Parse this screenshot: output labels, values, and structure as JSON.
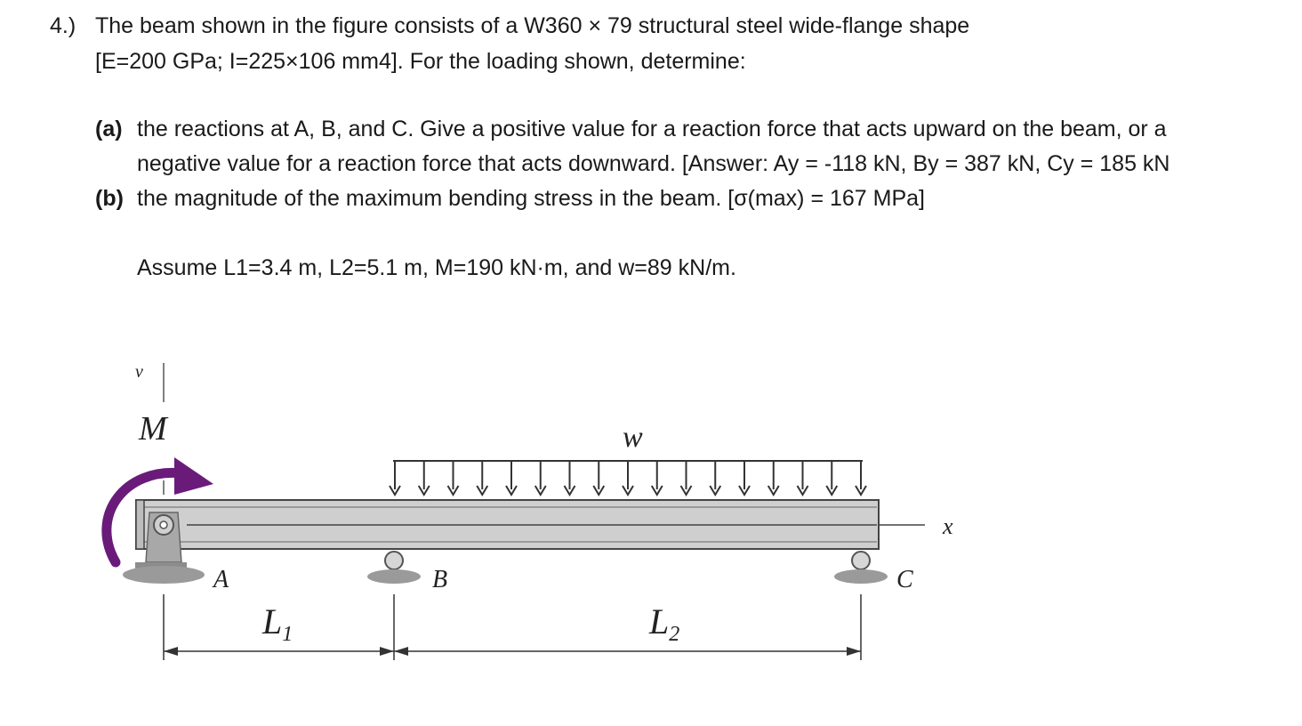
{
  "problem": {
    "number": "4.)",
    "line1": "The beam shown in the figure consists of a W360 × 79 structural steel wide-flange shape",
    "line2": "[E=200 GPa; I=225×106 mm4]. For the loading shown, determine:",
    "part_a_label": "(a)",
    "part_a_line1": "the reactions at A, B, and C. Give a positive value for a reaction force that acts upward on the beam, or a",
    "part_a_line2": "negative value for a reaction force that acts downward. [Answer: Ay = -118 kN, By = 387 kN, Cy = 185 kN",
    "part_b_label": "(b)",
    "part_b_line1": "the magnitude of the maximum bending stress in the beam. [σ(max) = 167 MPa]",
    "assume": "Assume L1=3.4 m, L2=5.1 m, M=190 kN·m, and w=89 kN/m."
  },
  "figure": {
    "label_v": "v",
    "label_M": "M",
    "label_w": "w",
    "label_x": "x",
    "label_A": "A",
    "label_B": "B",
    "label_C": "C",
    "label_L1_main": "L",
    "label_L1_sub": "1",
    "label_L2_main": "L",
    "label_L2_sub": "2",
    "moment_color": "#6a1b7a",
    "beam_color": "#cfcfcf",
    "support_color": "#9a9a9a"
  }
}
